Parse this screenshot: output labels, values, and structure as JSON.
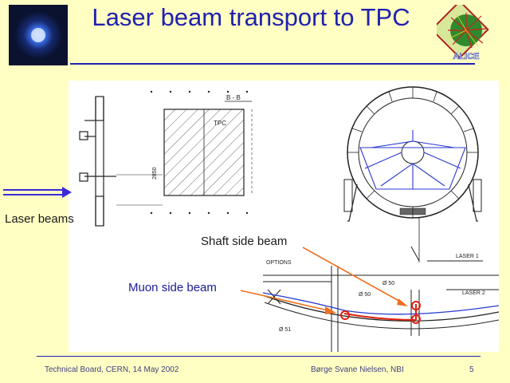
{
  "slide": {
    "title": "Laser beam transport to TPC",
    "labels": {
      "laser_beams": "Laser beams",
      "shaft_side_beam": "Shaft side beam",
      "muon_side_beam": "Muon side beam"
    },
    "drawing_text": {
      "section": "B - B",
      "tpc": "TPC",
      "options": "OPTIONS",
      "laser1": "LASER 1",
      "laser2": "LASER 2",
      "dim_50a": "Ø 50",
      "dim_50b": "Ø 50",
      "dim_51": "Ø 51",
      "dim_2850": "2850",
      "logo_word": "ALICE"
    },
    "footer": {
      "left": "Technical Board, CERN, 14 May 2002",
      "center": "Børge Svane Nielsen, NBI",
      "page": "5"
    },
    "colors": {
      "background": "#ffffc4",
      "title": "#2020b0",
      "arrow_beam": "#3a2bd8",
      "annotation_arrow": "#f07020",
      "highlight": "#e02010"
    }
  }
}
